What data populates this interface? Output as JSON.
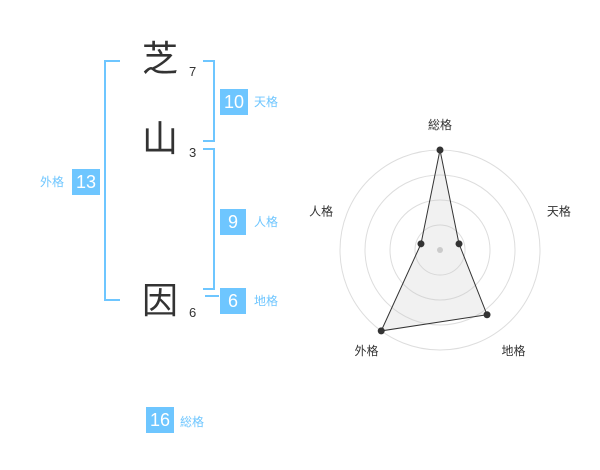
{
  "name": {
    "chars": [
      {
        "char": "芝",
        "strokes": "7"
      },
      {
        "char": "山",
        "strokes": "3"
      },
      {
        "char": "因",
        "strokes": "6"
      }
    ]
  },
  "kaku": {
    "tenkaku": {
      "value": "10",
      "label": "天格"
    },
    "jinkaku": {
      "value": "9",
      "label": "人格"
    },
    "chikaku": {
      "value": "6",
      "label": "地格"
    },
    "gaikaku": {
      "value": "13",
      "label": "外格"
    },
    "soukaku": {
      "value": "16",
      "label": "総格"
    }
  },
  "colors": {
    "accent": "#6ec6ff",
    "text": "#333333"
  },
  "chart_data": {
    "type": "radar",
    "axes": [
      "総格",
      "天格",
      "地格",
      "外格",
      "人格"
    ],
    "values": [
      5,
      1,
      4,
      5,
      1
    ],
    "range": [
      0,
      5
    ],
    "rings": 4
  }
}
